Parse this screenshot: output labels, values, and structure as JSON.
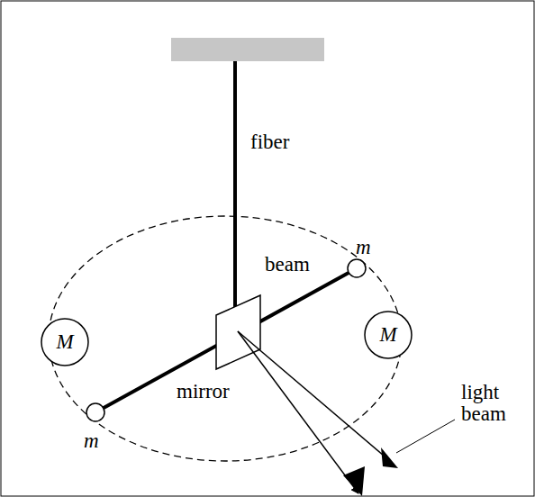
{
  "diagram": {
    "nodes": [
      {
        "text": [
          "M"
        ]
      },
      {
        "text": [
          "M"
        ]
      }
    ],
    "labels": [
      "fiber",
      "beam",
      "m",
      "m",
      "mirror",
      "light beam"
    ]
  }
}
